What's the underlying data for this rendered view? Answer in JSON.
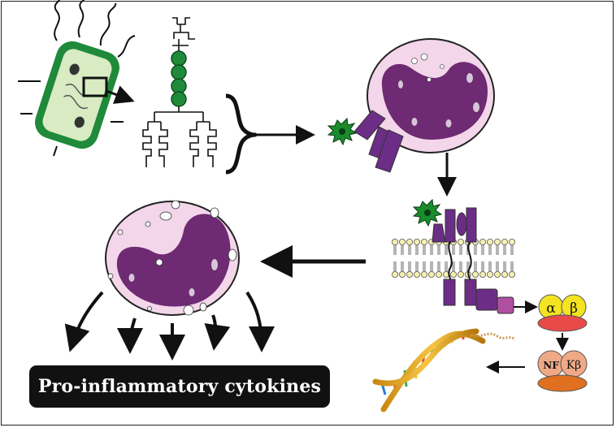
{
  "caption": "Pro-inflammatory cytokines",
  "labels": {
    "alpha": "α",
    "beta": "β",
    "nf": "NF",
    "kappa_beta": "Kβ"
  },
  "colors": {
    "bacterium_outer": "#1f8a3a",
    "bacterium_inner": "#d8ebc2",
    "cell_membrane": "#f3d6ea",
    "nucleus": "#6e2a72",
    "receptor": "#6b2d86",
    "pathogen_star": "#1b8c2e",
    "alpha_beta": "#f3e321",
    "ikb": "#e84a4a",
    "nfkb": "#f0a987",
    "nfkb_base": "#e0701f",
    "cytokine_box": "#111111"
  }
}
